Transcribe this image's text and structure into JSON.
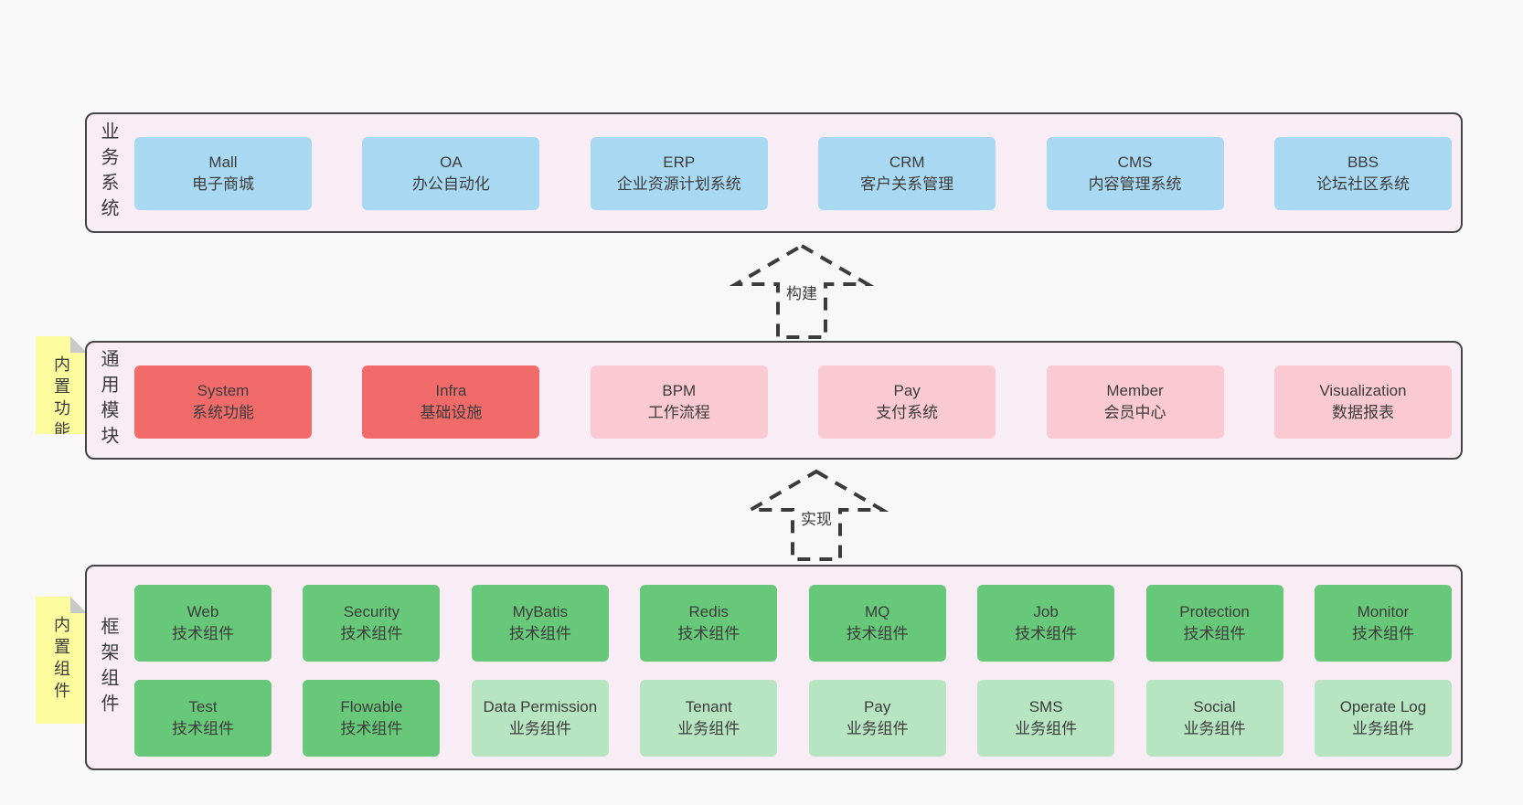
{
  "colors": {
    "page_bg": "#f8f8f8",
    "layer_bg": "#f8ecf5",
    "layer_border": "#454545",
    "blue_box": "#a8d8f2",
    "red_box": "#f16b6b",
    "pink_box": "#fac9d2",
    "green_box": "#66c878",
    "light_green_box": "#b7e5c1",
    "sticky_bg": "#fcfc9f",
    "sticky_fold": "#c9c9c9",
    "text": "#3c3c3c"
  },
  "layers": {
    "business": {
      "label": "业务系统",
      "boxes": [
        {
          "name": "Mall",
          "desc": "电子商城"
        },
        {
          "name": "OA",
          "desc": "办公自动化"
        },
        {
          "name": "ERP",
          "desc": "企业资源计划系统"
        },
        {
          "name": "CRM",
          "desc": "客户关系管理"
        },
        {
          "name": "CMS",
          "desc": "内容管理系统"
        },
        {
          "name": "BBS",
          "desc": "论坛社区系统"
        }
      ]
    },
    "modules": {
      "label": "通用模块",
      "sticky": "内置功能",
      "boxes": [
        {
          "name": "System",
          "desc": "系统功能"
        },
        {
          "name": "Infra",
          "desc": "基础设施"
        },
        {
          "name": "BPM",
          "desc": "工作流程"
        },
        {
          "name": "Pay",
          "desc": "支付系统"
        },
        {
          "name": "Member",
          "desc": "会员中心"
        },
        {
          "name": "Visualization",
          "desc": "数据报表"
        }
      ]
    },
    "components": {
      "label": "框架组件",
      "sticky": "内置组件",
      "row1": [
        {
          "name": "Web",
          "desc": "技术组件"
        },
        {
          "name": "Security",
          "desc": "技术组件"
        },
        {
          "name": "MyBatis",
          "desc": "技术组件"
        },
        {
          "name": "Redis",
          "desc": "技术组件"
        },
        {
          "name": "MQ",
          "desc": "技术组件"
        },
        {
          "name": "Job",
          "desc": "技术组件"
        },
        {
          "name": "Protection",
          "desc": "技术组件"
        },
        {
          "name": "Monitor",
          "desc": "技术组件"
        }
      ],
      "row2": [
        {
          "name": "Test",
          "desc": "技术组件"
        },
        {
          "name": "Flowable",
          "desc": "技术组件"
        },
        {
          "name": "Data Permission",
          "desc": "业务组件"
        },
        {
          "name": "Tenant",
          "desc": "业务组件"
        },
        {
          "name": "Pay",
          "desc": "业务组件"
        },
        {
          "name": "SMS",
          "desc": "业务组件"
        },
        {
          "name": "Social",
          "desc": "业务组件"
        },
        {
          "name": "Operate Log",
          "desc": "业务组件"
        }
      ]
    }
  },
  "arrows": {
    "build": {
      "label": "构建"
    },
    "implement": {
      "label": "实现"
    }
  }
}
